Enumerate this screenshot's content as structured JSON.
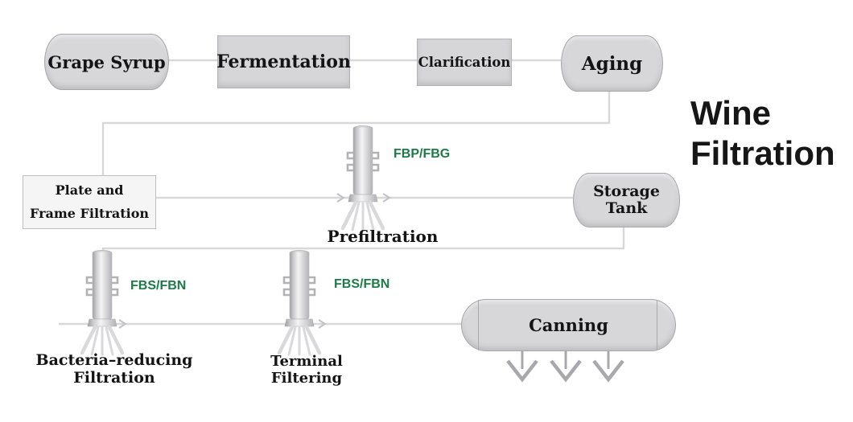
{
  "title": {
    "line1": "Wine",
    "line2": "Filtration"
  },
  "colors": {
    "accent_green": "#1c7a46",
    "line_gray": "#d8d8d8",
    "tank_fill": "#d7d7da"
  },
  "nodes": {
    "grape_syrup": {
      "label": "Grape Syrup"
    },
    "fermentation": {
      "label": "Fermentation"
    },
    "clarification": {
      "label": "Clarification"
    },
    "aging": {
      "label": "Aging"
    },
    "plate_frame": {
      "label_line1": "Plate and",
      "label_line2": "Frame Filtration"
    },
    "storage_tank": {
      "label_line1": "Storage",
      "label_line2": "Tank"
    },
    "canning": {
      "label": "Canning"
    }
  },
  "filters": {
    "prefiltration": {
      "label": "Prefiltration",
      "code": "FBP/FBG"
    },
    "bacteria_reducing": {
      "label_line1": "Bacteria–reducing",
      "label_line2": "Filtration",
      "code": "FBS/FBN"
    },
    "terminal": {
      "label_line1": "Terminal",
      "label_line2": "Filtering",
      "code": "FBS/FBN"
    }
  }
}
